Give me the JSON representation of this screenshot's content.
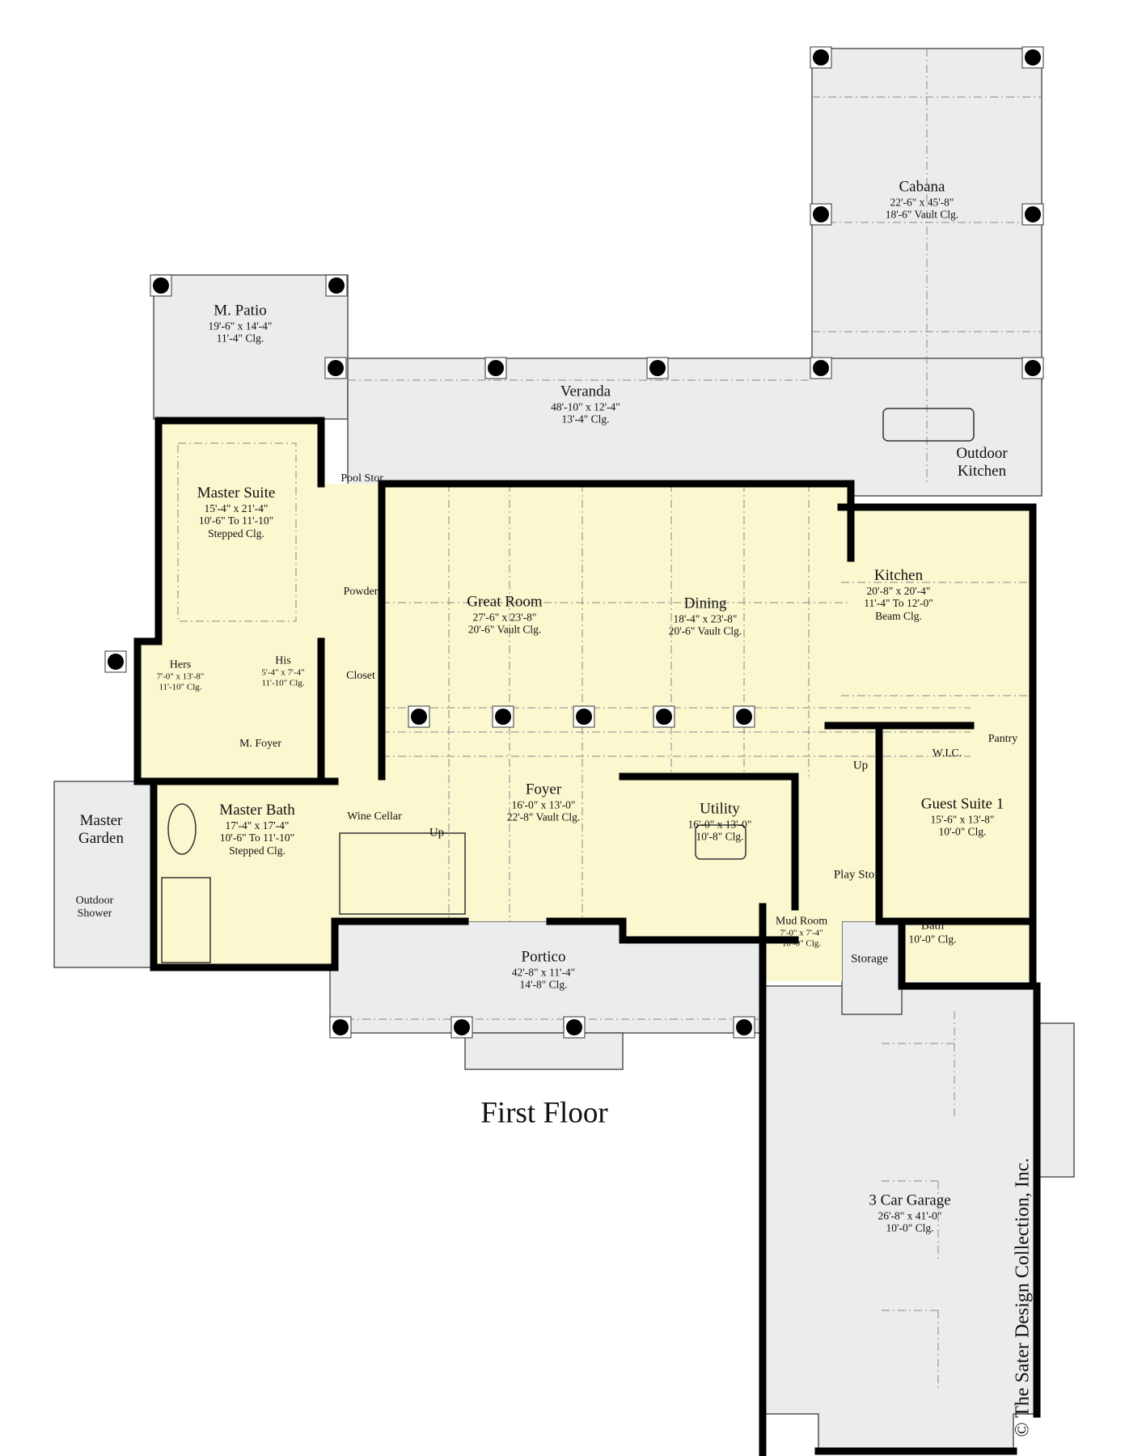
{
  "title": "First Floor",
  "copyright": "© The Sater Design Collection, Inc.",
  "colors": {
    "interior": "#fbf8cf",
    "exterior": "#ebeced",
    "wall": "#000000"
  },
  "rooms": [
    {
      "name": "Cabana",
      "dims": [
        "22'-6\" x 45'-8\"",
        "18'-6\"  Vault Clg."
      ]
    },
    {
      "name": "M. Patio",
      "dims": [
        "19'-6\" x 14'-4\"",
        "11'-4\" Clg."
      ]
    },
    {
      "name": "Veranda",
      "dims": [
        "48'-10\" x 12'-4\"",
        "13'-4\" Clg."
      ]
    },
    {
      "name": "Outdoor Kitchen",
      "dims": []
    },
    {
      "name": "Pool Stor.",
      "dims": []
    },
    {
      "name": "Master Suite",
      "dims": [
        "15'-4\" x 21'-4\"",
        "10'-6\" To 11'-10\"",
        "Stepped Clg."
      ]
    },
    {
      "name": "Powder",
      "dims": []
    },
    {
      "name": "Great Room",
      "dims": [
        "27'-6\" x 23'-8\"",
        "20'-6\" Vault Clg."
      ]
    },
    {
      "name": "Dining",
      "dims": [
        "18'-4\" x 23'-8\"",
        "20'-6\" Vault Clg."
      ]
    },
    {
      "name": "Kitchen",
      "dims": [
        "20'-8\" x 20'-4\"",
        "11'-4\" To 12'-0\"",
        "Beam Clg."
      ]
    },
    {
      "name": "Hers",
      "dims": [
        "7'-0\" x 13'-8\"",
        "11'-10\" Clg."
      ]
    },
    {
      "name": "His",
      "dims": [
        "5'-4\" x 7'-4\"",
        "11'-10\" Clg."
      ]
    },
    {
      "name": "Closet",
      "dims": []
    },
    {
      "name": "M. Foyer",
      "dims": []
    },
    {
      "name": "W.I.C.",
      "dims": []
    },
    {
      "name": "Pantry",
      "dims": []
    },
    {
      "name": "Master Garden",
      "dims": []
    },
    {
      "name": "Master Bath",
      "dims": [
        "17'-4\" x 17'-4\"",
        "10'-6\" To 11'-10\"",
        "Stepped Clg."
      ]
    },
    {
      "name": "Wine Cellar",
      "dims": []
    },
    {
      "name": "Foyer",
      "dims": [
        "16'-0\" x 13'-0\"",
        "22'-8\" Vault Clg."
      ]
    },
    {
      "name": "Utility",
      "dims": [
        "16'-0\" x 13'-0\"",
        "10'-8\" Clg."
      ]
    },
    {
      "name": "Guest Suite 1",
      "dims": [
        "15'-6\" x 13'-8\"",
        "10'-0\" Clg."
      ]
    },
    {
      "name": "Play Stor.",
      "dims": []
    },
    {
      "name": "Outdoor Shower",
      "dims": []
    },
    {
      "name": "Mud Room",
      "dims": [
        "7'-0\" x 7'-4\"",
        "10'-0\" Clg."
      ]
    },
    {
      "name": "Storage",
      "dims": []
    },
    {
      "name": "Bath",
      "dims": [
        "10'-0\" Clg."
      ]
    },
    {
      "name": "Portico",
      "dims": [
        "42'-8\" x 11'-4\"",
        "14'-8\" Clg."
      ]
    },
    {
      "name": "3 Car Garage",
      "dims": [
        "26'-8\" x 41'-0\"",
        "10'-0\"  Clg."
      ]
    }
  ],
  "stairs": [
    {
      "label": "Up"
    },
    {
      "label": "Up"
    }
  ]
}
